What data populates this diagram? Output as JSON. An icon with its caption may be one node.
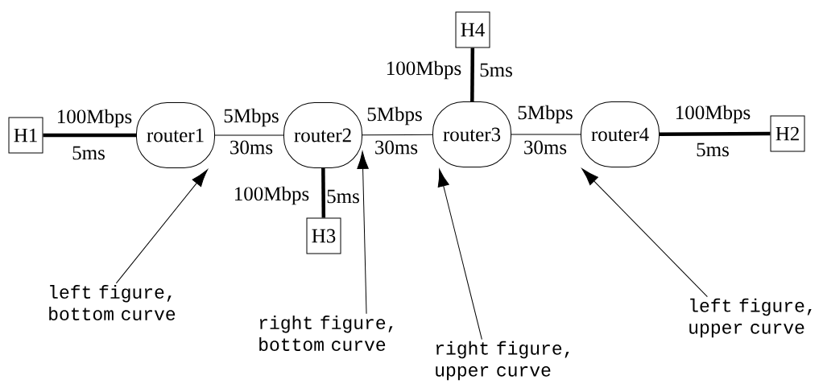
{
  "diagram": {
    "nodes": [
      {
        "text": [
          "H1"
        ]
      },
      {
        "text": [
          "router1"
        ]
      },
      {
        "text": [
          "router2"
        ]
      },
      {
        "text": [
          "router3"
        ]
      },
      {
        "text": [
          "router4"
        ]
      },
      {
        "text": [
          "H2"
        ]
      },
      {
        "text": [
          "H3"
        ]
      },
      {
        "text": [
          "H4"
        ]
      },
      {
        "text": [
          "left figure, bottom curve"
        ]
      },
      {
        "text": [
          "right figure, bottom curve"
        ]
      },
      {
        "text": [
          "right figure, upper curve"
        ]
      },
      {
        "text": [
          "left figure, upper curve"
        ]
      }
    ],
    "edges": [
      {
        "from": 0,
        "to": 1,
        "arrow": "none",
        "style": "thick"
      },
      {
        "from": 1,
        "to": 2,
        "arrow": "none"
      },
      {
        "from": 2,
        "to": 3,
        "arrow": "none"
      },
      {
        "from": 3,
        "to": 4,
        "arrow": "none"
      },
      {
        "from": 4,
        "to": 5,
        "arrow": "none",
        "style": "thick"
      },
      {
        "from": 2,
        "to": 6,
        "arrow": "none",
        "style": "thick"
      },
      {
        "from": 3,
        "to": 7,
        "arrow": "none",
        "style": "thick"
      },
      {
        "from": 8,
        "to": 1,
        "arrow": "to"
      },
      {
        "from": 9,
        "to": 2,
        "arrow": "to"
      },
      {
        "from": 10,
        "to": 3,
        "arrow": "to"
      },
      {
        "from": 11,
        "to": 4,
        "arrow": "to"
      }
    ],
    "labels": [
      "100Mbps",
      "5ms",
      "100Mbps",
      "5Mbps",
      "5Mbps",
      "5Mbps",
      "100Mbps",
      "5ms",
      "30ms",
      "30ms",
      "30ms",
      "5ms",
      "100Mbps",
      "5ms"
    ]
  }
}
